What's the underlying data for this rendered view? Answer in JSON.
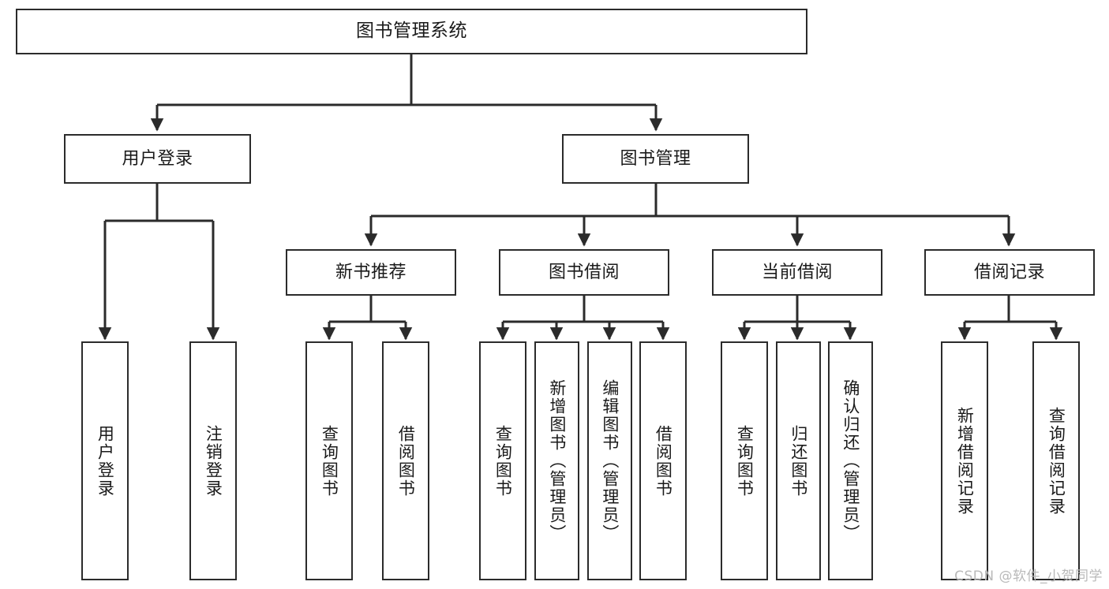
{
  "diagram": {
    "type": "tree-hierarchy-chart",
    "title": "图书管理系统",
    "watermark": "CSDN @软件_小贺同学",
    "colors": {
      "box_border": "#2b2b2b",
      "box_fill": "#ffffff",
      "connector": "#2b2b2b",
      "text": "#1a1a1a",
      "watermark": "#b9b9b9",
      "background": "#ffffff"
    },
    "levels": {
      "root": {
        "label": "图书管理系统"
      },
      "level2": [
        {
          "id": "user-login",
          "label": "用户登录"
        },
        {
          "id": "book-management",
          "label": "图书管理"
        }
      ],
      "level3": [
        {
          "id": "new-book-recommend",
          "label": "新书推荐"
        },
        {
          "id": "book-borrow",
          "label": "图书借阅"
        },
        {
          "id": "current-borrow",
          "label": "当前借阅"
        },
        {
          "id": "borrow-record",
          "label": "借阅记录"
        }
      ],
      "leaves": {
        "user_login": [
          {
            "id": "leaf-user-login",
            "label": "用户登录"
          },
          {
            "id": "leaf-logout-login",
            "label": "注销登录"
          }
        ],
        "new_book_recommend": [
          {
            "id": "leaf-query-book-1",
            "label": "查询图书"
          },
          {
            "id": "leaf-borrow-book-1",
            "label": "借阅图书"
          }
        ],
        "book_borrow": [
          {
            "id": "leaf-query-book-2",
            "label": "查询图书"
          },
          {
            "id": "leaf-add-book-admin",
            "label": "新增图书（管理员）"
          },
          {
            "id": "leaf-edit-book-admin",
            "label": "编辑图书（管理员）"
          },
          {
            "id": "leaf-borrow-book-2",
            "label": "借阅图书"
          }
        ],
        "current_borrow": [
          {
            "id": "leaf-query-book-3",
            "label": "查询图书"
          },
          {
            "id": "leaf-return-book",
            "label": "归还图书"
          },
          {
            "id": "leaf-confirm-return-admin",
            "label": "确认归还（管理员）"
          }
        ],
        "borrow_record": [
          {
            "id": "leaf-add-borrow-record",
            "label": "新增借阅记录"
          },
          {
            "id": "leaf-query-borrow-record",
            "label": "查询借阅记录"
          }
        ]
      }
    }
  }
}
